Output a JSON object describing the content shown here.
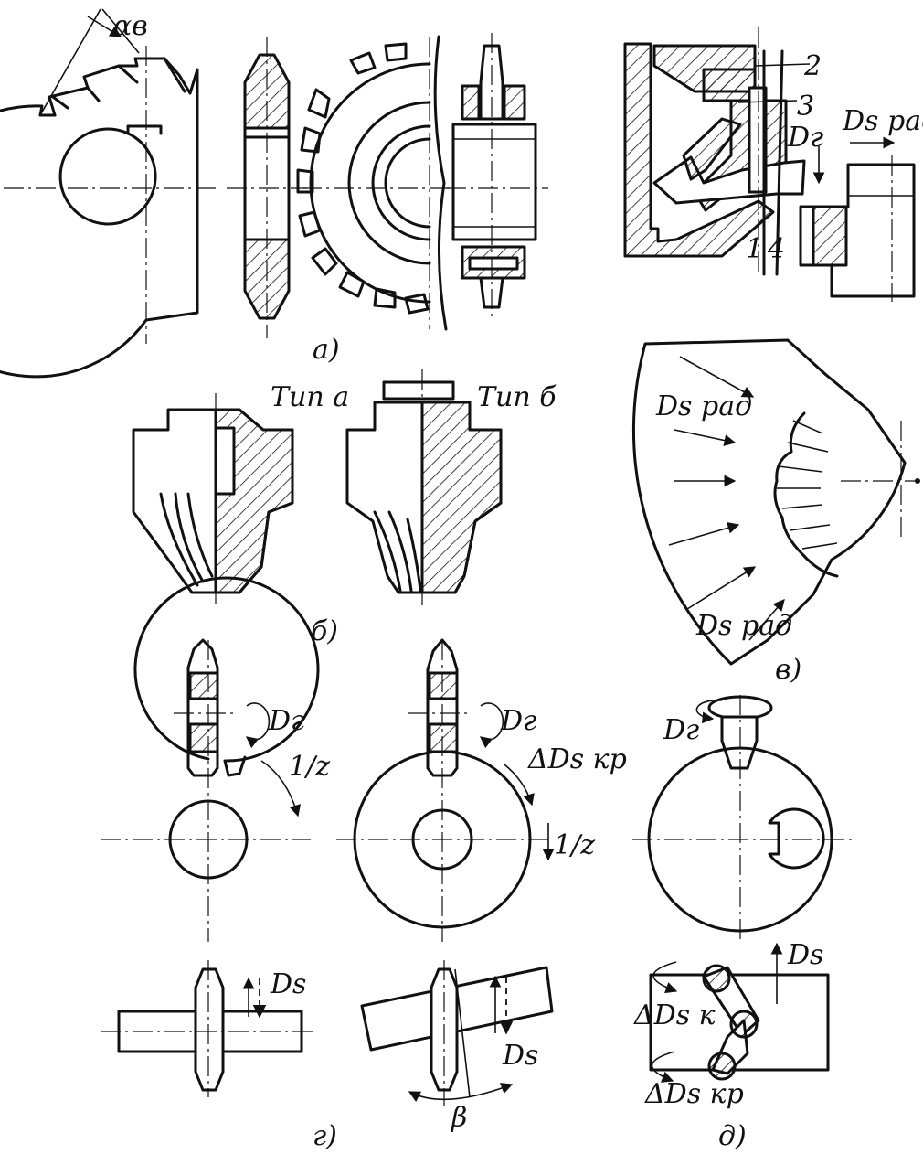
{
  "figure_labels": {
    "a": "а)",
    "b": "б)",
    "v": "в)",
    "g": "г)",
    "d": "д)"
  },
  "annotations": {
    "alpha_v": "αв",
    "part_1": "1",
    "part_2": "2",
    "part_3": "3",
    "part_4": "4",
    "dr_a": "Dг",
    "ds_rad_a": "Ds рад",
    "type_a": "Тип а",
    "type_b": "Тип б",
    "ds_rad_v_top": "Ds рад",
    "ds_rad_v_bottom": "Ds рад",
    "dr_g1": "Dг",
    "one_z_g1": "1/z",
    "dr_g2": "Dг",
    "delta_ds_kr_g2": "ΔDs кр",
    "one_z_g2": "1/z",
    "ds_g1": "Ds",
    "ds_g2": "Ds",
    "beta_g": "β",
    "dr_d": "Dг",
    "ds_d": "Ds",
    "delta_ds_k_d": "ΔDs к",
    "delta_ds_kr_d": "ΔDs кр"
  },
  "colors": {
    "ink": "#111111",
    "paper": "#ffffff"
  }
}
